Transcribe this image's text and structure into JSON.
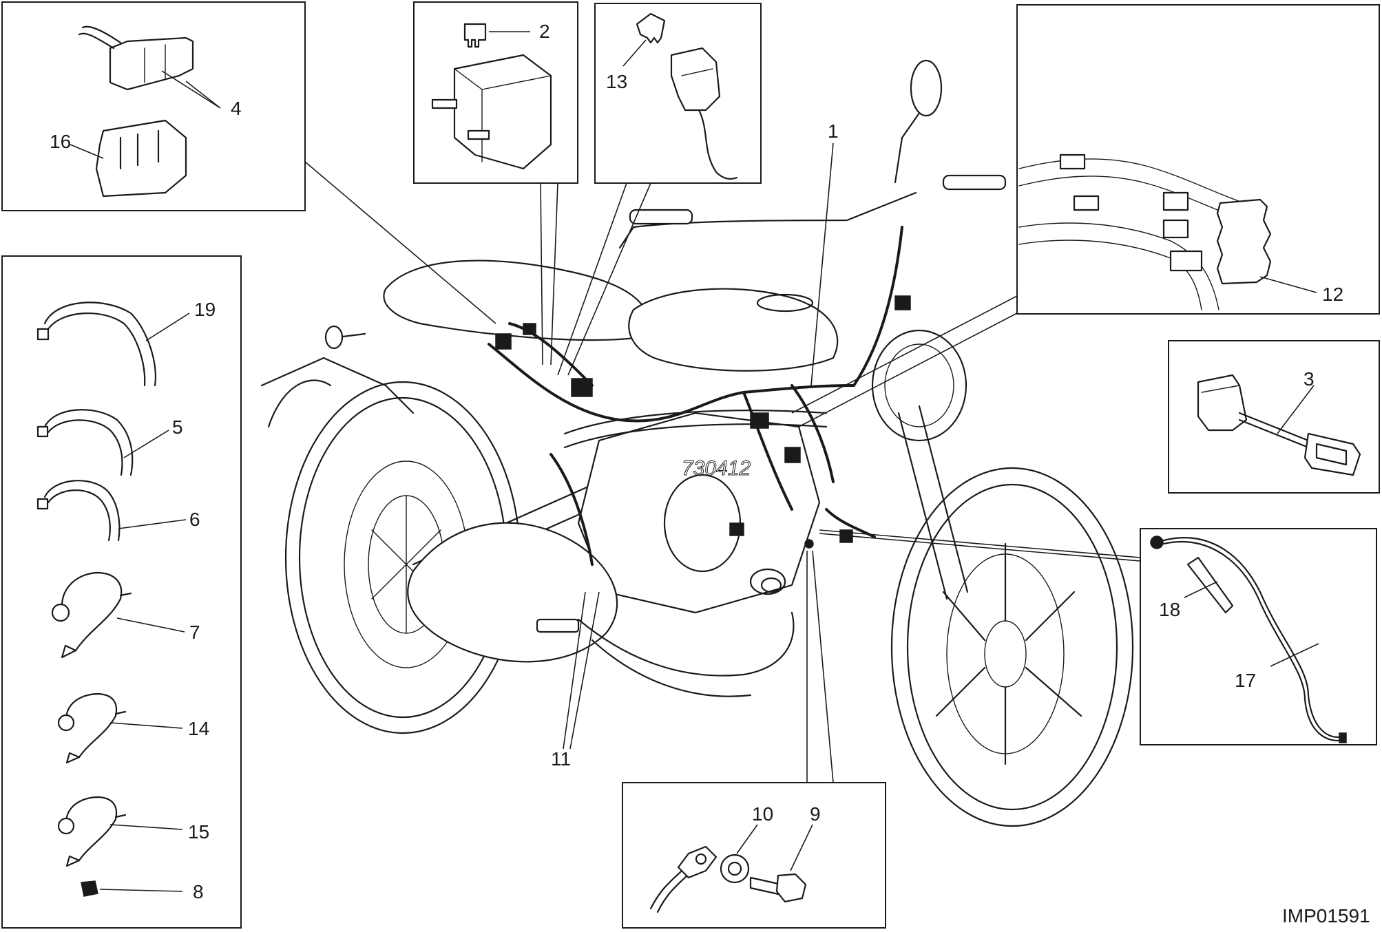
{
  "labels": {
    "n1": "1",
    "n2": "2",
    "n3": "3",
    "n4": "4",
    "n5": "5",
    "n6": "6",
    "n7": "7",
    "n8": "8",
    "n9": "9",
    "n10": "10",
    "n11": "11",
    "n12": "12",
    "n13": "13",
    "n14": "14",
    "n15": "15",
    "n16": "16",
    "n17": "17",
    "n18": "18",
    "n19": "19"
  },
  "drawing_code": "IMP01591",
  "watermark": "730412"
}
